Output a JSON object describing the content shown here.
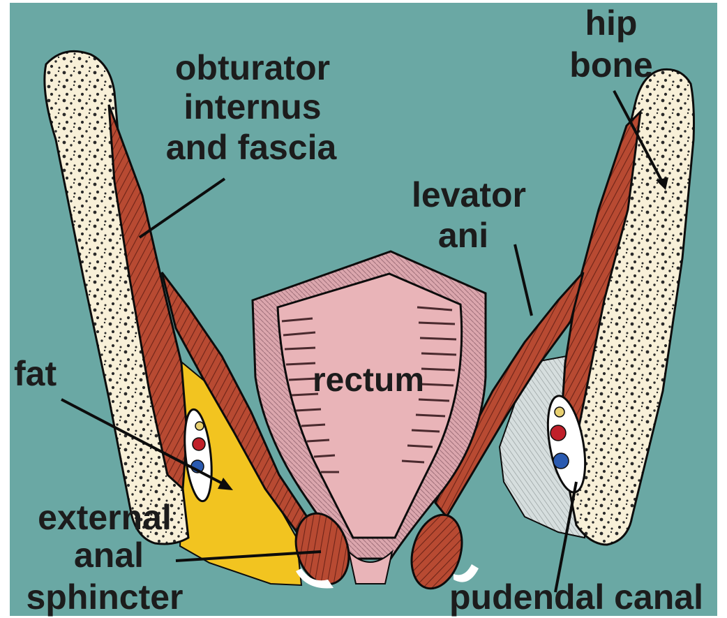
{
  "labels": {
    "obturator_l1": "obturator",
    "obturator_l2": "internus",
    "obturator_l3": "and fascia",
    "hip_l1": "hip",
    "hip_l2": "bone",
    "levator_l1": "levator",
    "levator_l2": "ani",
    "rectum": "rectum",
    "fat": "fat",
    "external_l1": "external",
    "external_l2": "anal",
    "external_l3": "sphincter",
    "pudendal": "pudendal canal"
  },
  "colors": {
    "background": "#6aa8a4",
    "bone": "#f8f0d8",
    "bone_dots": "#2a2a2a",
    "muscle": "#b84a32",
    "muscle_stripe": "#6e2418",
    "fat": "#f2c420",
    "rectum": "#e9b4b8",
    "rectum_wall": "#c88c94",
    "outline": "#0c0c0c",
    "vessel_red": "#c0202a",
    "vessel_blue": "#2a5ab0",
    "vessel_yellow": "#e8d070"
  }
}
